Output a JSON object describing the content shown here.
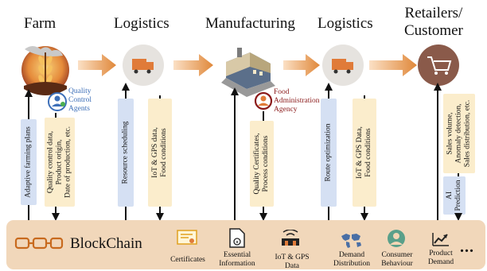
{
  "stages": {
    "farm": "Farm",
    "logistics1": "Logistics",
    "manufacturing": "Manufacturing",
    "logistics2": "Logistics",
    "retailers_line1": "Retailers/",
    "retailers_line2": "Customer"
  },
  "agents": {
    "quality_line1": "Quality",
    "quality_line2": "Control",
    "quality_line3": "Agents",
    "food_line1": "Food",
    "food_line2": "Administration",
    "food_line3": "Agency"
  },
  "data_boxes": {
    "adaptive_farming": "Adaptive farming plans",
    "quality_data_line1": "Quality control data,",
    "quality_data_line2": "Product origin,",
    "quality_data_line3": "Date of production, etc.",
    "resource_scheduling": "Resource scheduling",
    "iot_food1_line1": "IoT & GPS data,",
    "iot_food1_line2": "Food conditions",
    "quality_cert_line1": "Quality Certificates,",
    "quality_cert_line2": "Process conditions",
    "route_opt": "Route  optimization",
    "iot_food2_line1": "IoT & GPS Data,",
    "iot_food2_line2": "Food conditions",
    "sales_line1": "Sales volume,",
    "sales_line2": "Anomaly detection,",
    "sales_line3": "Sales distribution, etc.",
    "ai_line1": "AI",
    "ai_line2": "Prediction"
  },
  "blockchain": {
    "title": "BlockChain",
    "certificates": "Certificates",
    "essential_line1": "Essential",
    "essential_line2": "Information",
    "iot_line1": "IoT & GPS",
    "iot_line2": "Data",
    "demand_line1": "Demand",
    "demand_line2": "Distribution",
    "consumer_line1": "Consumer",
    "consumer_line2": "Behaviour",
    "product_line1": "Product",
    "product_line2": "Demand",
    "more": "..."
  },
  "colors": {
    "arrow": "#e0883a",
    "blue_box": "#d5e0f3",
    "yellow_box": "#fbedcc",
    "blockchain_bar": "#f1d7ba",
    "icon_orange": "#e07b39",
    "agency_red": "#8b1a1a",
    "agent_blue": "#3d6fb8"
  },
  "icons": [
    "farm-wheat-icon",
    "truck-icon",
    "factory-icon",
    "truck-icon",
    "shopping-cart-icon",
    "quality-agent-icon",
    "food-agency-icon",
    "blockchain-chain-icon",
    "certificate-icon",
    "document-info-icon",
    "iot-gps-icon",
    "world-map-icon",
    "consumer-avatar-icon",
    "trend-chart-icon"
  ]
}
